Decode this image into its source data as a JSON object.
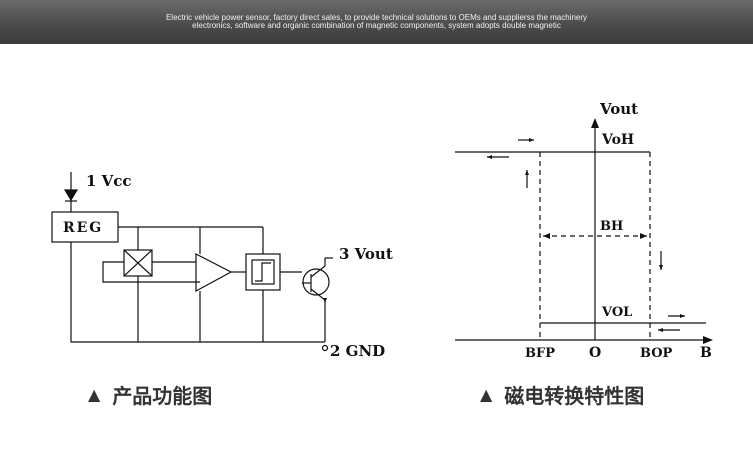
{
  "banner": {
    "line1": "Electric vehicle power sensor, factory direct sales, to provide technical solutions to OEMs and supplierss the machinery",
    "line2": "electronics, software and organic combination of magnetic components, system adopts double magnetic"
  },
  "block_diagram": {
    "vcc_label": "1  Vcc",
    "reg_label": "REG",
    "vout_label": "3  Vout",
    "gnd_label": "2  GND",
    "caption": "产品功能图"
  },
  "hysteresis": {
    "vout_axis": "Vout",
    "voh": "VoH",
    "bh": "BH",
    "vol": "VOL",
    "bfp": "BFP",
    "origin": "O",
    "bop": "BOP",
    "b_axis": "B",
    "caption": "磁电转换特性图"
  },
  "icons": {
    "caption_marker": "triangle-up-icon",
    "caption_marker_glyph": "▲"
  }
}
